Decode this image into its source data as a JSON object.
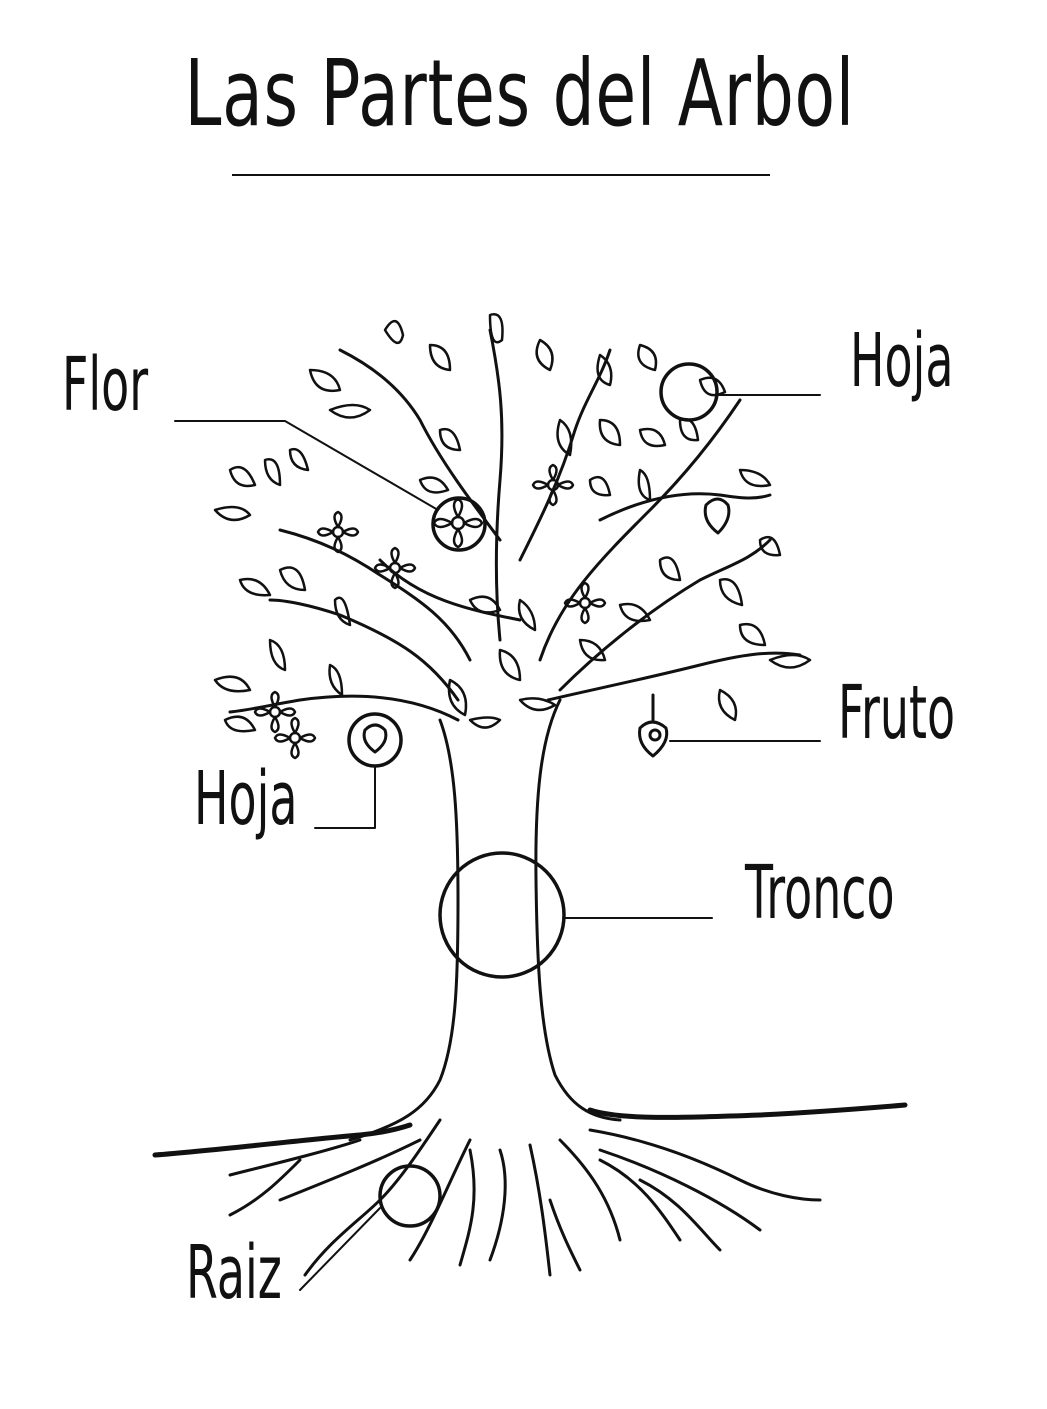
{
  "title": "Las Partes del Arbol",
  "labels": {
    "flor": "Flor",
    "hoja_top": "Hoja",
    "fruto": "Fruto",
    "hoja_left": "Hoja",
    "tronco": "Tronco",
    "raiz": "Raiz"
  },
  "colors": {
    "ink": "#111111",
    "background": "#ffffff"
  }
}
